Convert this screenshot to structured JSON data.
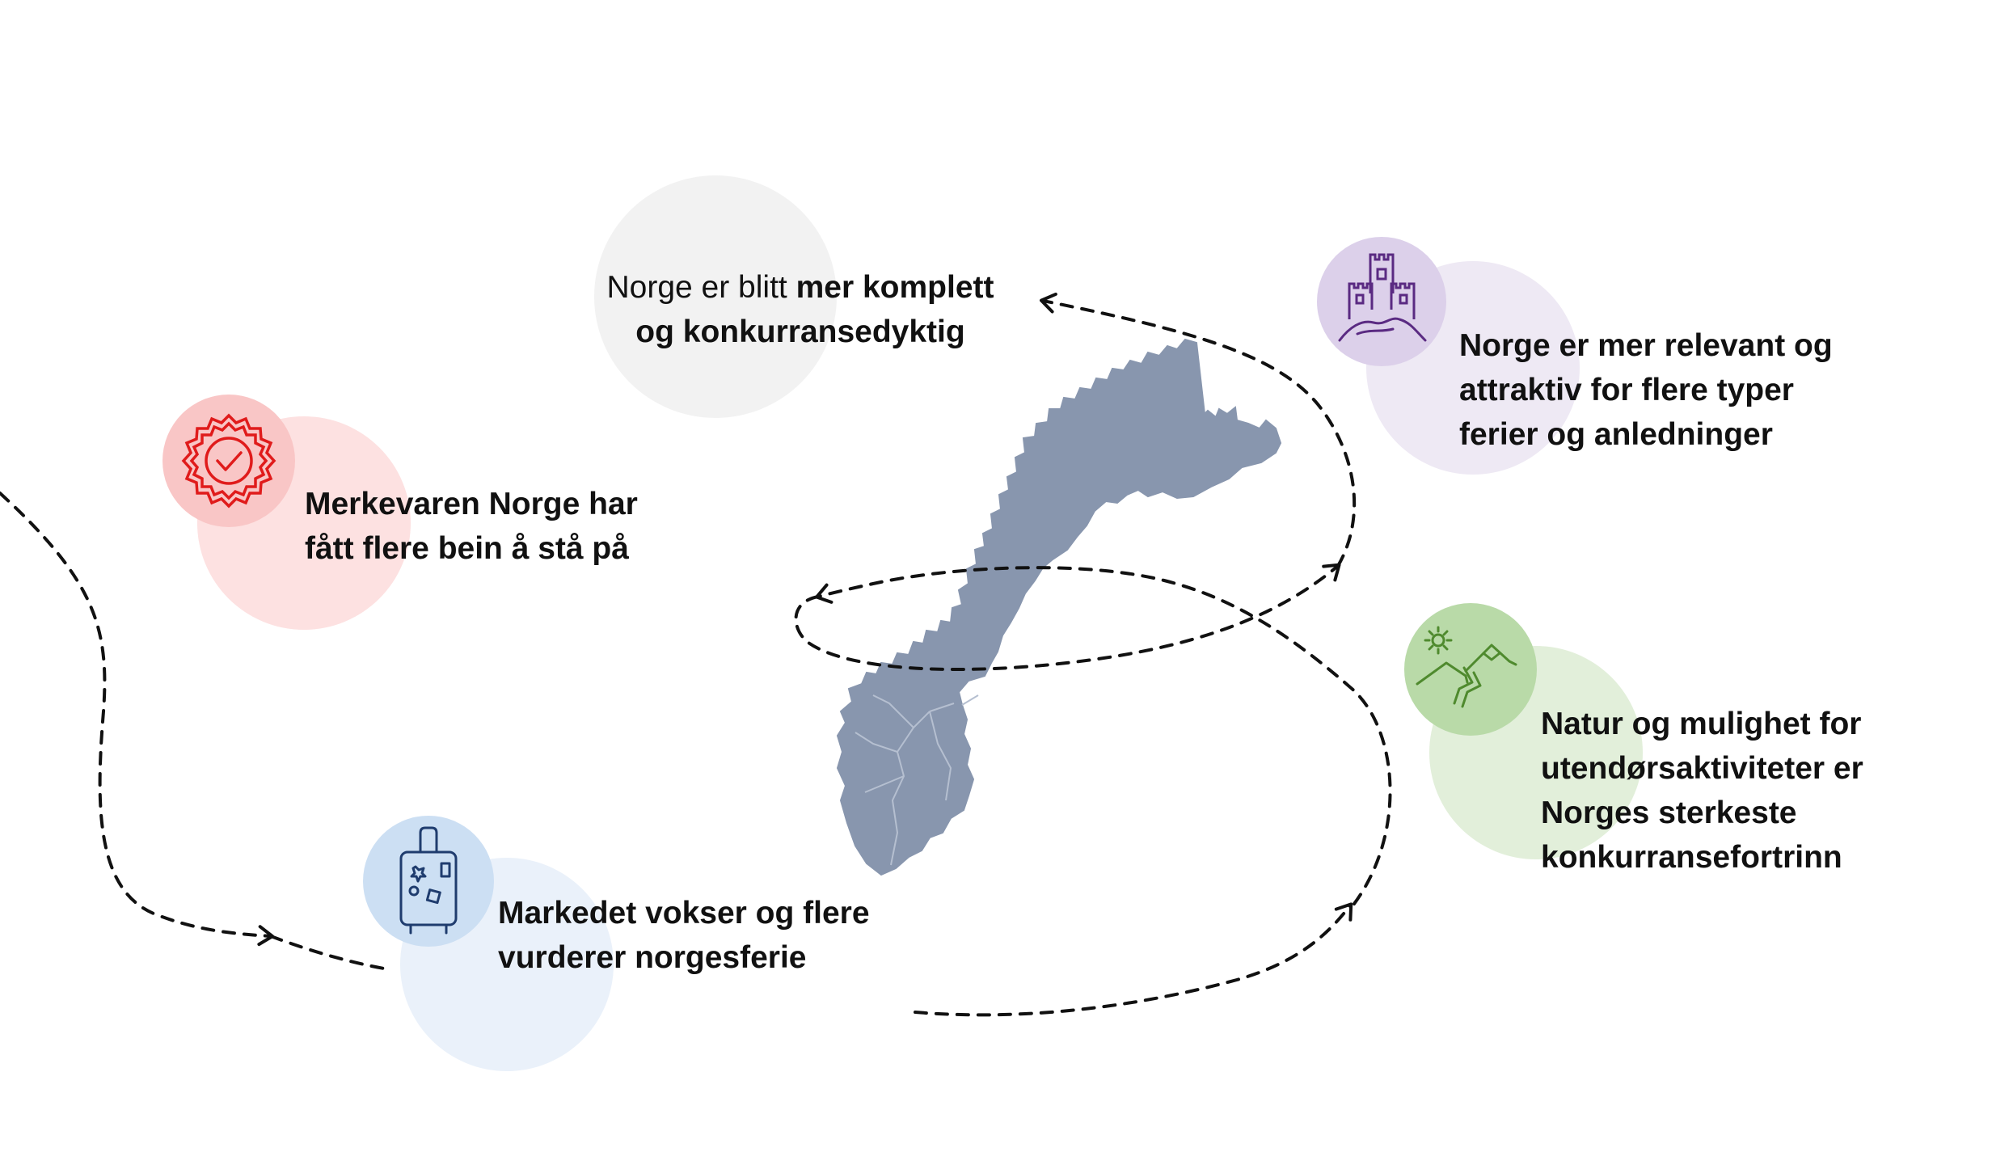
{
  "colors": {
    "dash": "#111111",
    "map": "#8896AE",
    "red_big": "#FDE1E1",
    "red_small": "#F9C6C6",
    "red_icon": "#E01B1B",
    "grey_big": "#F2F2F2",
    "purple_big": "#EEE9F4",
    "purple_small": "#DCD0EA",
    "purple_icon": "#5A2A82",
    "green_big": "#E2EFDA",
    "green_small": "#B9DAA8",
    "green_icon": "#4F8A2E",
    "blue_big": "#EAF1FA",
    "blue_small": "#CCDFF3",
    "blue_icon": "#1F3C6E"
  },
  "icons": {
    "brand": "badge-check-icon",
    "complete": "none",
    "relevant": "castle-icon",
    "nature": "mountain-sun-icon",
    "market": "suitcase-icon"
  },
  "map": {
    "subject": "norway-map"
  },
  "nodes": {
    "complete": {
      "line1_normal": "Norge er blitt ",
      "line1_bold": "mer komplett",
      "line2": "og konkurransedyktig"
    },
    "brand": {
      "line1": "Merkevaren Norge har",
      "line2": "fått flere bein å stå på"
    },
    "relevant": {
      "line1": "Norge er mer relevant og",
      "line2": "attraktiv for flere typer",
      "line3": "ferier og anledninger"
    },
    "nature": {
      "line1": "Natur og mulighet for",
      "line2": "utendørsaktiviteter er",
      "line3": "Norges sterkeste",
      "line4": "konkurransefortrinn"
    },
    "market": {
      "line1": "Markedet vokser og flere",
      "line2": "vurderer norgesferie"
    }
  }
}
